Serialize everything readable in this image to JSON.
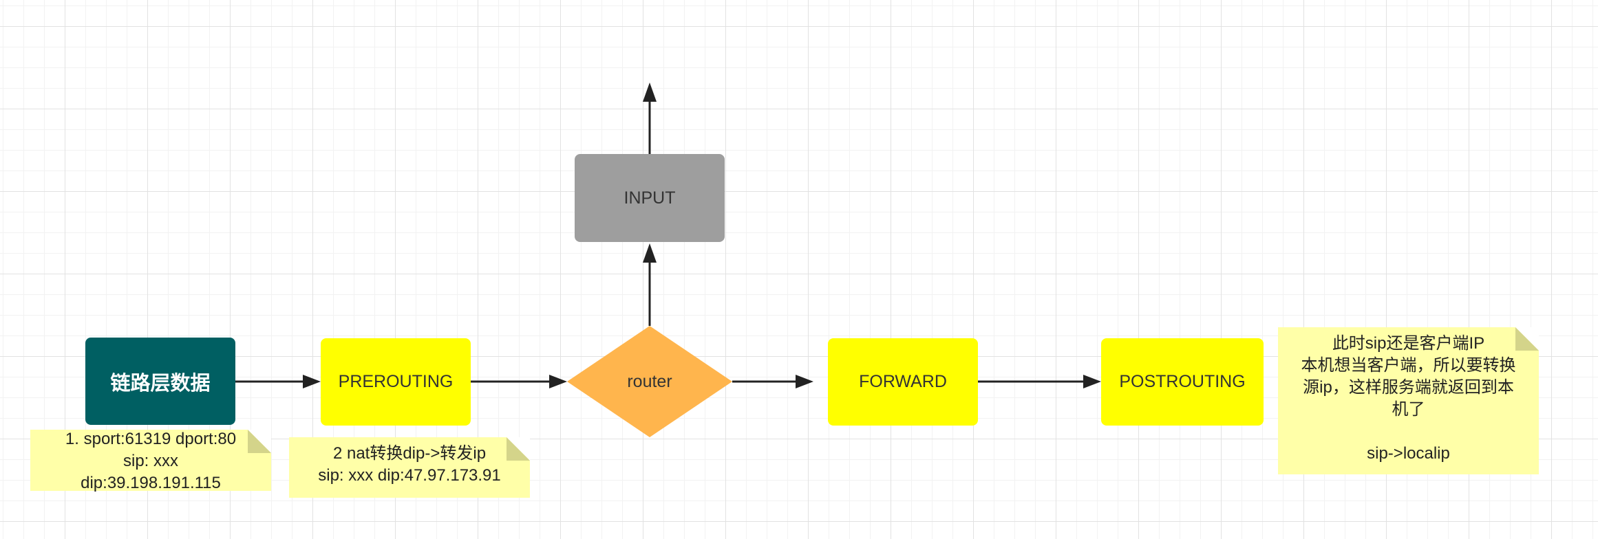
{
  "nodes": {
    "link_layer": "链路层数据",
    "prerouting": "PREROUTING",
    "router": "router",
    "input": "INPUT",
    "forward": "FORWARD",
    "postrouting": "POSTROUTING"
  },
  "notes": {
    "link_layer": [
      "1. sport:61319 dport:80",
      "sip: xxx",
      "dip:39.198.191.115"
    ],
    "prerouting": [
      "2 nat转换dip->转发ip",
      "sip: xxx dip:47.97.173.91"
    ],
    "postrouting": [
      "此时sip还是客户端IP",
      "本机想当客户端，所以要转换",
      "源ip，这样服务端就返回到本",
      "机了",
      "",
      "sip->localip"
    ]
  },
  "colors": {
    "teal": "#005f62",
    "yellow": "#ffff00",
    "orange": "#ffb54d",
    "gray": "#9e9e9e",
    "note": "#ffffa8",
    "arrow": "#222222"
  }
}
